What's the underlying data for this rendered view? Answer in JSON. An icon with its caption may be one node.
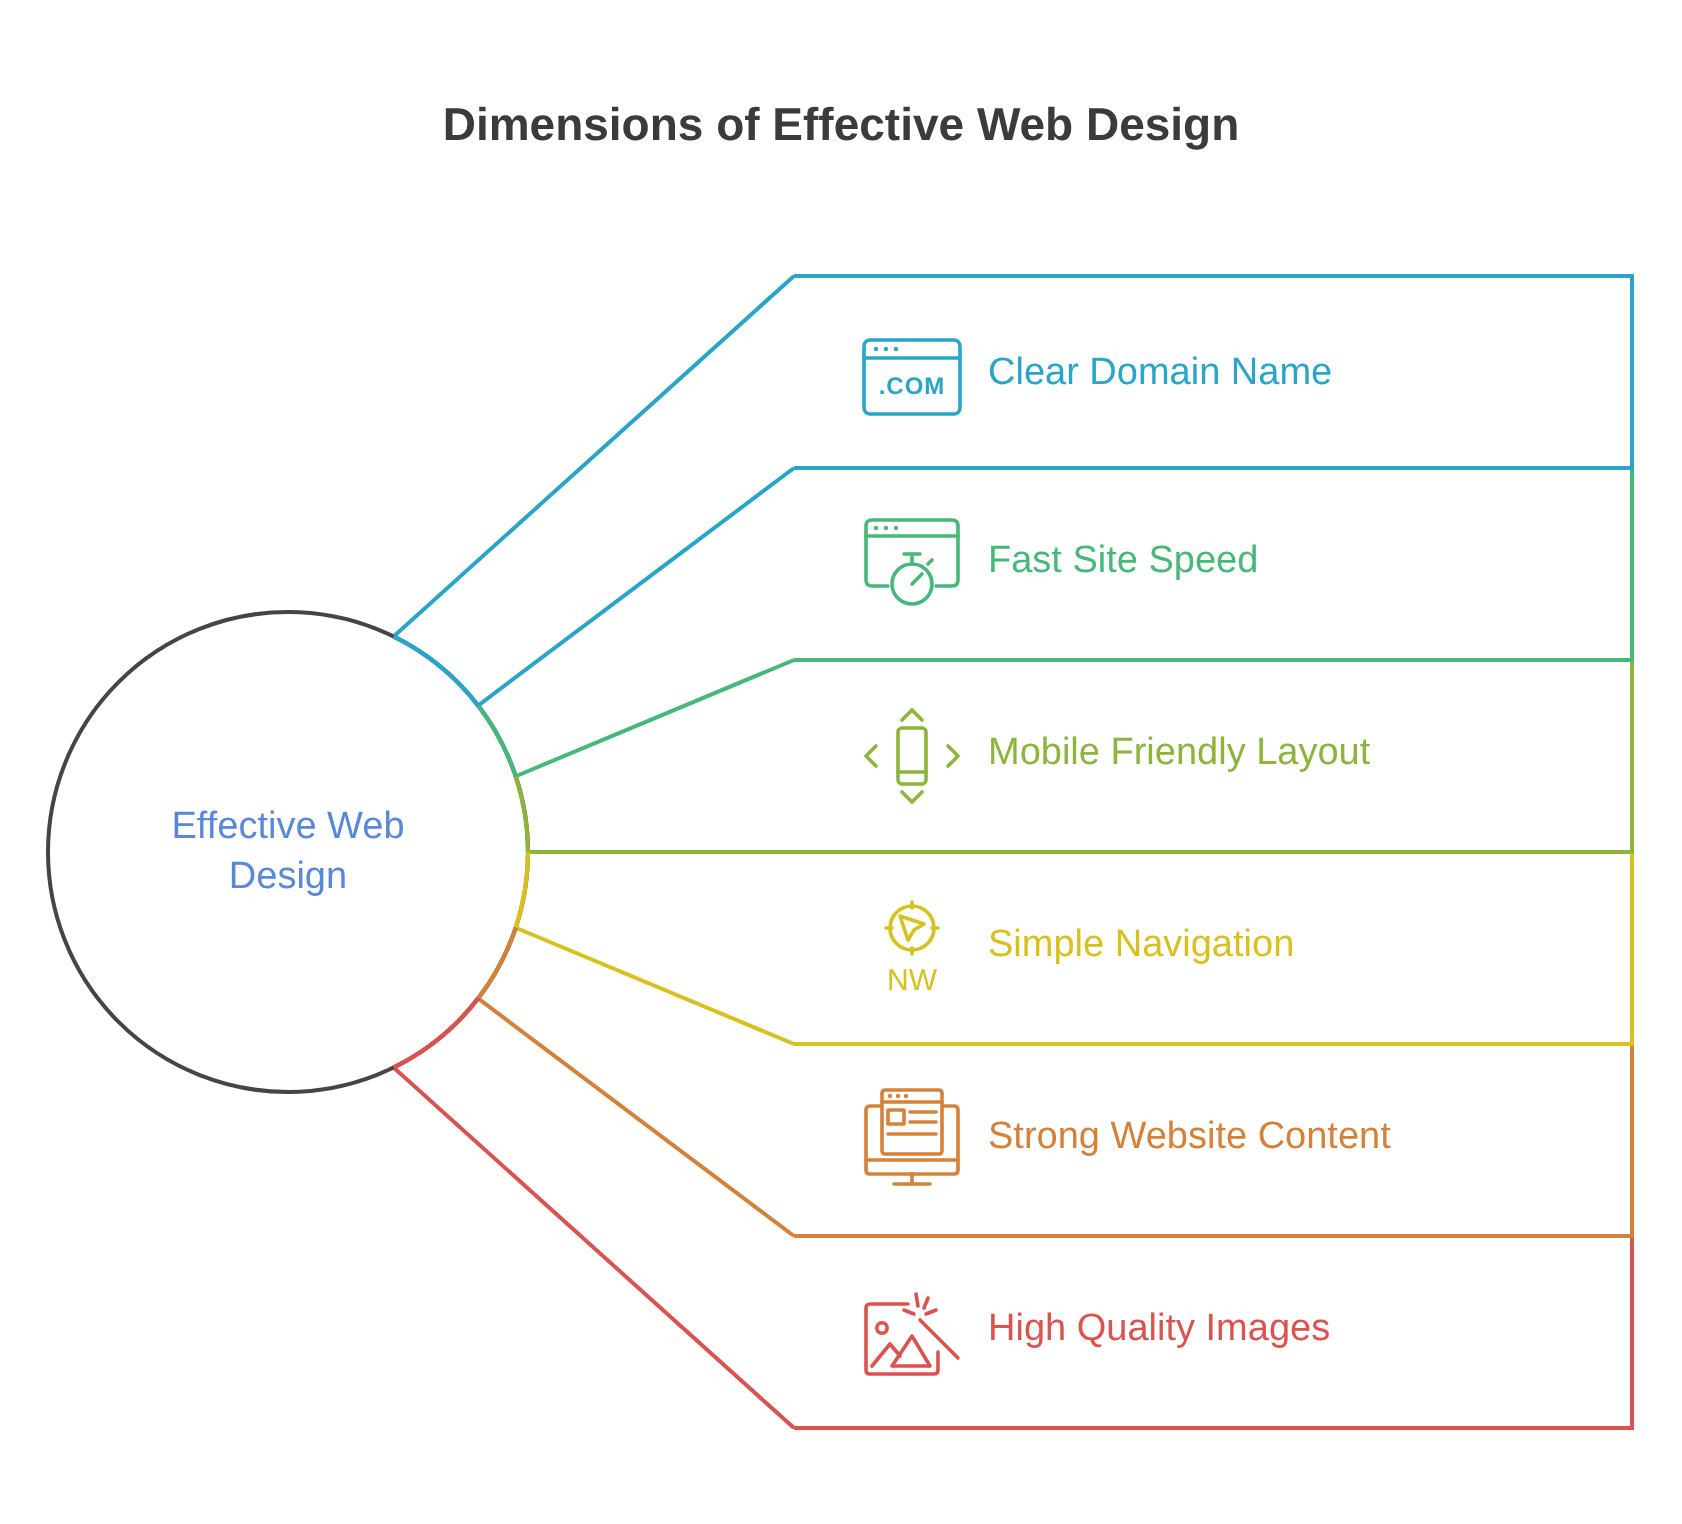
{
  "diagram": {
    "title": "Dimensions of Effective Web Design",
    "nodes": [
      {
        "text": [
          "Effective Web Design"
        ]
      },
      {
        "text": [
          ".COM",
          "Clear Domain Name"
        ]
      },
      {
        "text": [
          "Fast Site Speed"
        ]
      },
      {
        "text": [
          "Mobile Friendly Layout"
        ]
      },
      {
        "text": [
          "NW",
          "Simple Navigation"
        ]
      },
      {
        "text": [
          "Strong Website Content"
        ]
      },
      {
        "text": [
          "High Quality Images"
        ]
      }
    ],
    "edges": [
      {
        "from": 0,
        "to": 1,
        "arrow": "none",
        "color": "#2aa5c8"
      },
      {
        "from": 0,
        "to": 1,
        "arrow": "none",
        "color": "#2aa5c8"
      },
      {
        "from": 0,
        "to": 2,
        "arrow": "none",
        "color": "#47b87a"
      },
      {
        "from": 0,
        "to": 3,
        "arrow": "none",
        "color": "#8db43d"
      },
      {
        "from": 0,
        "to": 4,
        "arrow": "none",
        "color": "#d8c11e"
      },
      {
        "from": 0,
        "to": 5,
        "arrow": "none",
        "color": "#d5813a"
      },
      {
        "from": 0,
        "to": 6,
        "arrow": "none",
        "color": "#d9534f"
      }
    ]
  }
}
